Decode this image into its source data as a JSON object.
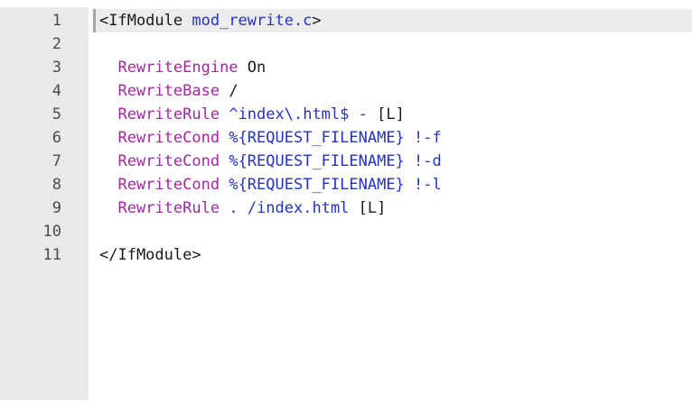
{
  "editor": {
    "language": "apache-htaccess",
    "active_line": 1,
    "caret": {
      "line": 1,
      "column": 1
    },
    "colors": {
      "background": "#ffffff",
      "gutter_bg": "#e9e9e9",
      "line_number": "#4a4a4a",
      "active_line_bg": "#ececec",
      "caret": "#a6a6a6",
      "token_plain": "#1a1a1a",
      "token_keyword": "#a326a3",
      "token_value": "#2433c0"
    },
    "lines": [
      {
        "number": "1",
        "tokens": [
          {
            "t": "<IfModule ",
            "c": "plain"
          },
          {
            "t": "mod_rewrite.c",
            "c": "value"
          },
          {
            "t": ">",
            "c": "plain"
          }
        ]
      },
      {
        "number": "2",
        "tokens": []
      },
      {
        "number": "3",
        "tokens": [
          {
            "t": "  ",
            "c": "plain"
          },
          {
            "t": "RewriteEngine",
            "c": "keyword"
          },
          {
            "t": " On",
            "c": "plain"
          }
        ]
      },
      {
        "number": "4",
        "tokens": [
          {
            "t": "  ",
            "c": "plain"
          },
          {
            "t": "RewriteBase",
            "c": "keyword"
          },
          {
            "t": " /",
            "c": "plain"
          }
        ]
      },
      {
        "number": "5",
        "tokens": [
          {
            "t": "  ",
            "c": "plain"
          },
          {
            "t": "RewriteRule",
            "c": "keyword"
          },
          {
            "t": " ",
            "c": "plain"
          },
          {
            "t": "^index\\.html$",
            "c": "value"
          },
          {
            "t": " ",
            "c": "plain"
          },
          {
            "t": "-",
            "c": "value"
          },
          {
            "t": " [L]",
            "c": "plain"
          }
        ]
      },
      {
        "number": "6",
        "tokens": [
          {
            "t": "  ",
            "c": "plain"
          },
          {
            "t": "RewriteCond",
            "c": "keyword"
          },
          {
            "t": " ",
            "c": "plain"
          },
          {
            "t": "%{REQUEST_FILENAME}",
            "c": "value"
          },
          {
            "t": " ",
            "c": "plain"
          },
          {
            "t": "!-f",
            "c": "value"
          }
        ]
      },
      {
        "number": "7",
        "tokens": [
          {
            "t": "  ",
            "c": "plain"
          },
          {
            "t": "RewriteCond",
            "c": "keyword"
          },
          {
            "t": " ",
            "c": "plain"
          },
          {
            "t": "%{REQUEST_FILENAME}",
            "c": "value"
          },
          {
            "t": " ",
            "c": "plain"
          },
          {
            "t": "!-d",
            "c": "value"
          }
        ]
      },
      {
        "number": "8",
        "tokens": [
          {
            "t": "  ",
            "c": "plain"
          },
          {
            "t": "RewriteCond",
            "c": "keyword"
          },
          {
            "t": " ",
            "c": "plain"
          },
          {
            "t": "%{REQUEST_FILENAME}",
            "c": "value"
          },
          {
            "t": " ",
            "c": "plain"
          },
          {
            "t": "!-l",
            "c": "value"
          }
        ]
      },
      {
        "number": "9",
        "tokens": [
          {
            "t": "  ",
            "c": "plain"
          },
          {
            "t": "RewriteRule",
            "c": "keyword"
          },
          {
            "t": " ",
            "c": "plain"
          },
          {
            "t": ".",
            "c": "value"
          },
          {
            "t": " ",
            "c": "plain"
          },
          {
            "t": "/index.html",
            "c": "value"
          },
          {
            "t": " [L]",
            "c": "plain"
          }
        ]
      },
      {
        "number": "10",
        "tokens": []
      },
      {
        "number": "11",
        "tokens": [
          {
            "t": "</IfModule>",
            "c": "plain"
          }
        ]
      }
    ]
  }
}
